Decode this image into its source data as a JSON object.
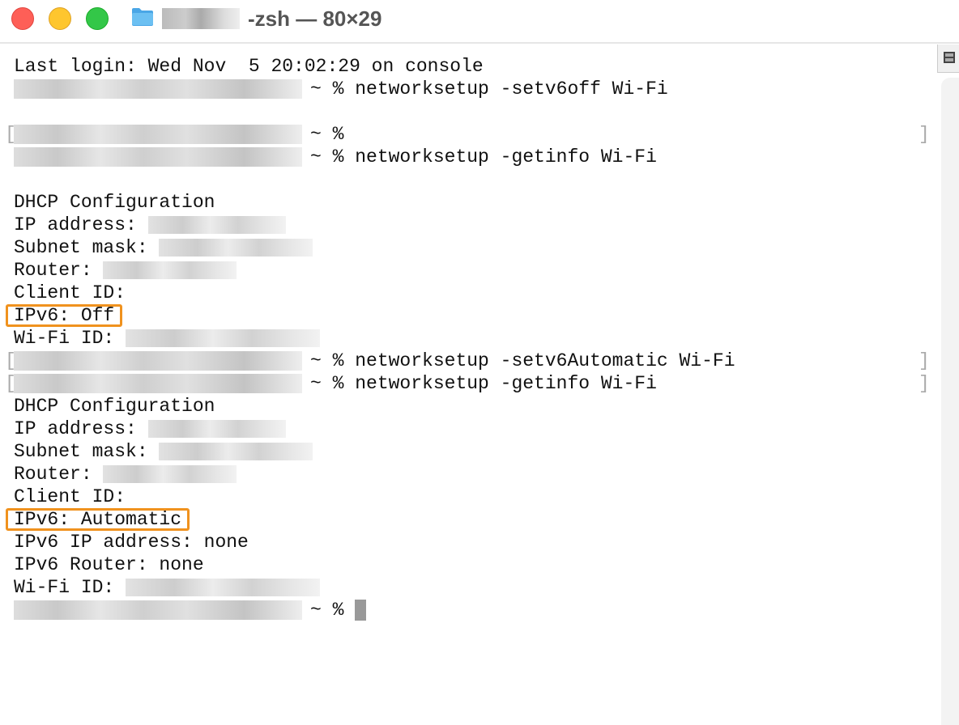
{
  "window": {
    "title": "-zsh — 80×29",
    "colors": {
      "close": "#fe5f57",
      "minimize": "#febc2e",
      "zoom": "#28c840",
      "highlight": "#f0921e"
    }
  },
  "terminal": {
    "prompt_suffix": "~ %",
    "lines": [
      {
        "text": "Last login: Wed Nov  5 20:02:29 on console"
      },
      {
        "prompt": true,
        "text": "networksetup -setv6off Wi-Fi"
      },
      {
        "text": ""
      },
      {
        "prompt": true,
        "brackets": true,
        "text": ""
      },
      {
        "prompt": true,
        "text": "networksetup -getinfo Wi-Fi"
      },
      {
        "text": ""
      },
      {
        "text": "DHCP Configuration"
      },
      {
        "text": "IP address:",
        "redacted": 170
      },
      {
        "text": "Subnet mask:",
        "redacted": 190
      },
      {
        "text": "Router:",
        "redacted": 165
      },
      {
        "text": "Client ID:"
      },
      {
        "text": "IPv6: Off",
        "highlight": true
      },
      {
        "text": "Wi-Fi ID:",
        "redacted": 240
      },
      {
        "prompt": true,
        "brackets": true,
        "text": "networksetup -setv6Automatic Wi-Fi"
      },
      {
        "prompt": true,
        "brackets": true,
        "text": "networksetup -getinfo Wi-Fi"
      },
      {
        "text": "DHCP Configuration"
      },
      {
        "text": "IP address:",
        "redacted": 170
      },
      {
        "text": "Subnet mask:",
        "redacted": 190
      },
      {
        "text": "Router:",
        "redacted": 165
      },
      {
        "text": "Client ID:"
      },
      {
        "text": "IPv6: Automatic",
        "highlight": true
      },
      {
        "text": "IPv6 IP address: none"
      },
      {
        "text": "IPv6 Router: none"
      },
      {
        "text": "Wi-Fi ID:",
        "redacted": 240
      },
      {
        "prompt": true,
        "cursor": true,
        "text": ""
      }
    ]
  }
}
